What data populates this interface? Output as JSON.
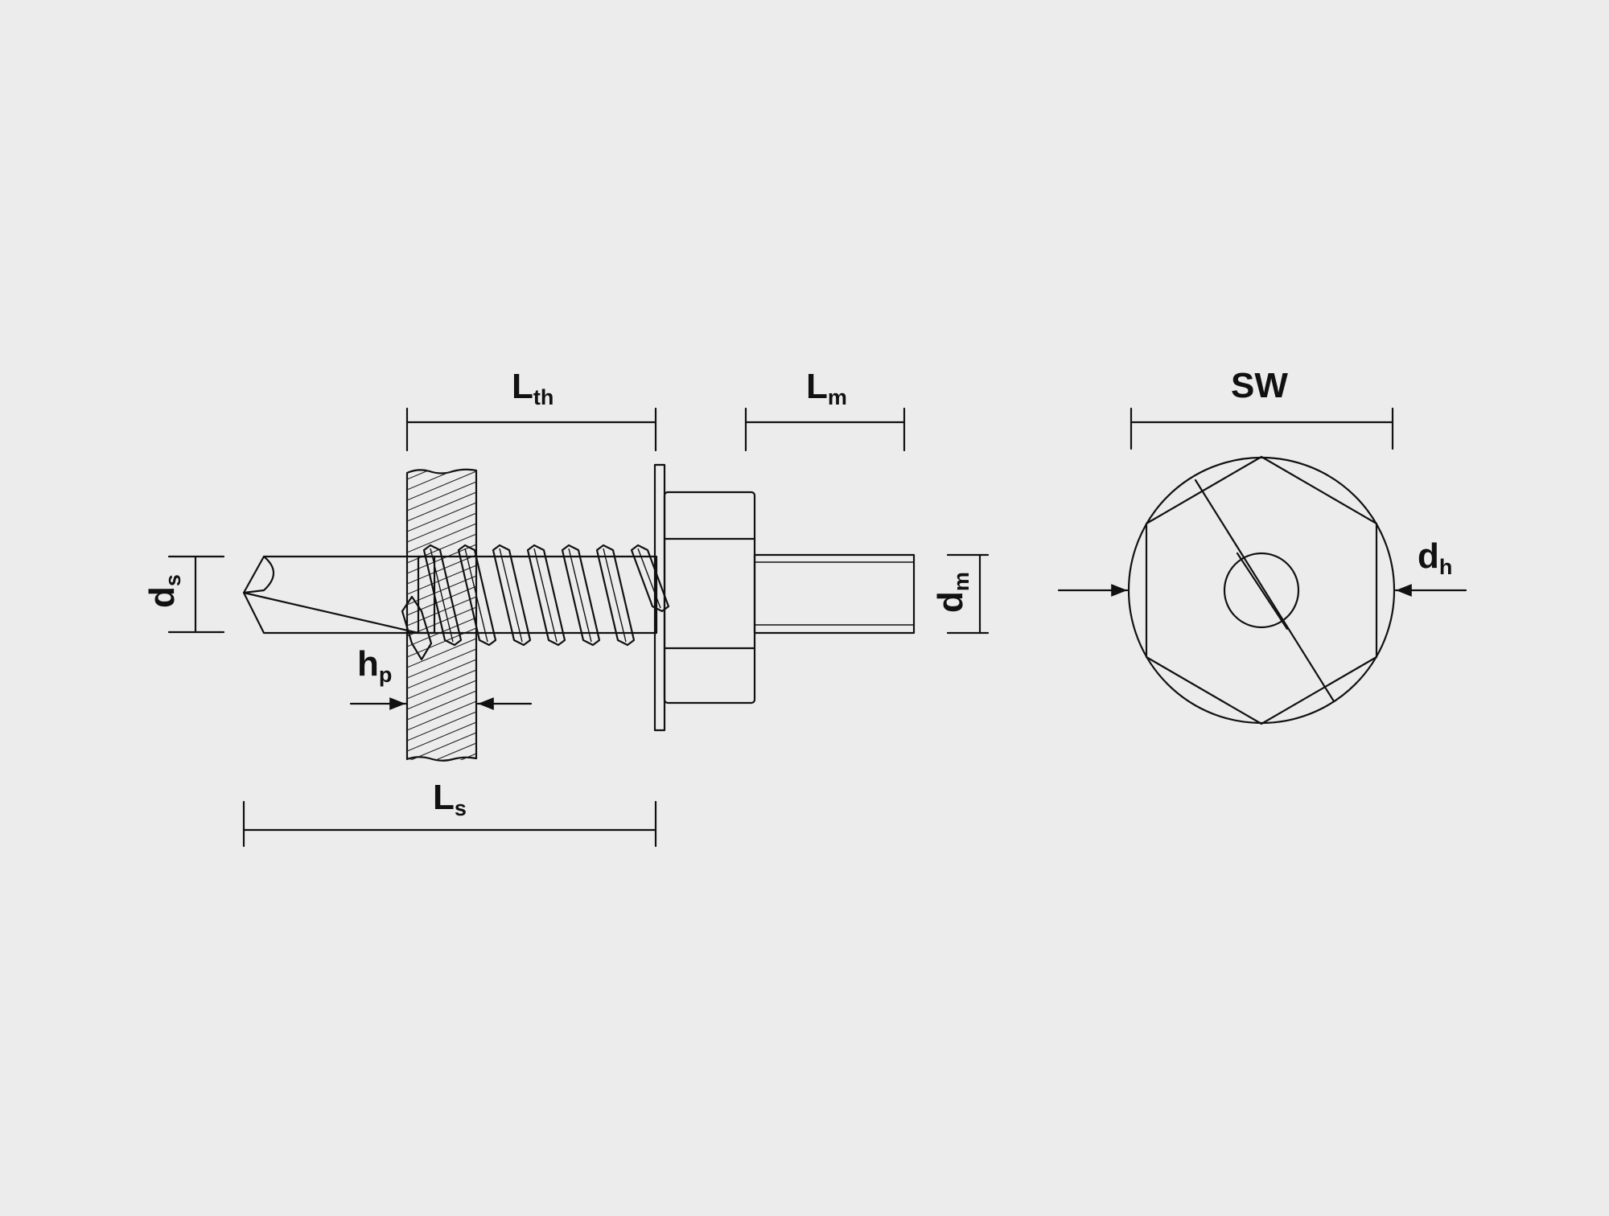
{
  "labels": {
    "lth": {
      "main": "L",
      "sub": "th"
    },
    "lm": {
      "main": "L",
      "sub": "m"
    },
    "sw": {
      "main": "SW"
    },
    "ds": {
      "main": "d",
      "sub": "s"
    },
    "dm": {
      "main": "d",
      "sub": "m"
    },
    "dh": {
      "main": "d",
      "sub": "h"
    },
    "hp": {
      "main": "h",
      "sub": "p"
    },
    "ls": {
      "main": "L",
      "sub": "s"
    }
  },
  "colors": {
    "background": "#ececec",
    "line": "#111111",
    "fill": "#ffffff"
  }
}
